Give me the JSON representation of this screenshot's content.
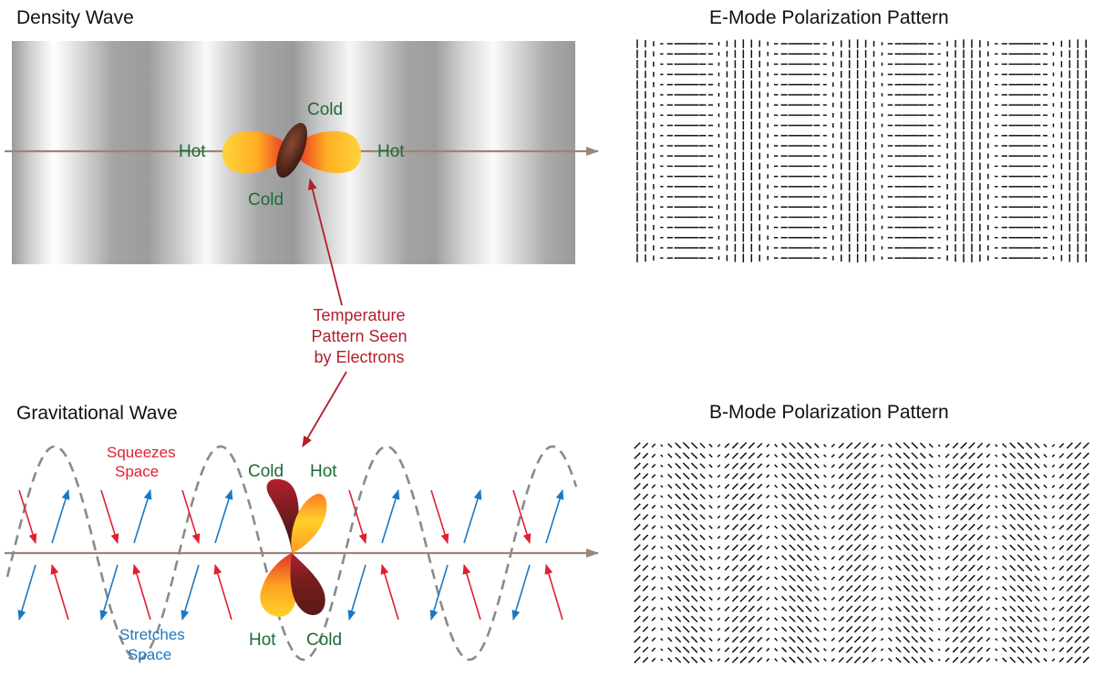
{
  "titles": {
    "density": "Density Wave",
    "gravitational": "Gravitational Wave",
    "emode": "E-Mode Polarization Pattern",
    "bmode": "B-Mode Polarization Pattern"
  },
  "density_labels": {
    "hot_left": "Hot",
    "hot_right": "Hot",
    "cold_top": "Cold",
    "cold_bottom": "Cold"
  },
  "annotation": {
    "line1": "Temperature",
    "line2": "Pattern Seen",
    "line3": "by Electrons"
  },
  "grav_labels": {
    "cold_top": "Cold",
    "hot_top": "Hot",
    "hot_bottom": "Hot",
    "cold_bottom": "Cold",
    "squeezes_1": "Squeezes",
    "squeezes_2": "Space",
    "stretches_1": "Stretches",
    "stretches_2": "Space"
  },
  "colors": {
    "label_green": "#1e6b35",
    "annotation_red": "#b0202e",
    "squeeze_red": "#e02030",
    "stretch_blue": "#1a78c2",
    "axis_arrow": "#9c8478",
    "dashed_wave": "#8a8a8a"
  }
}
